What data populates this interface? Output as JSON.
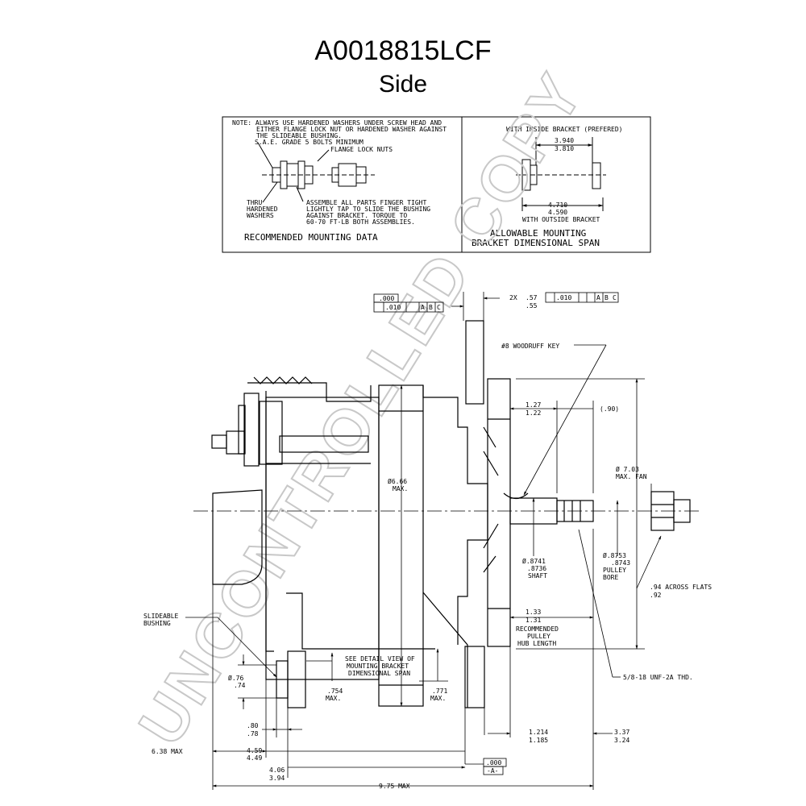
{
  "header": {
    "part_number": "A0018815LCF",
    "view": "Side"
  },
  "watermark": "UNCONTROLLED COPY",
  "mounting_box": {
    "note_lines": [
      "NOTE: ALWAYS USE HARDENED WASHERS UNDER SCREW HEAD AND",
      "EITHER FLANGE LOCK NUT OR HARDENED WASHER AGAINST",
      "THE SLIDEABLE BUSHING."
    ],
    "bolt_grade": "S.A.E. GRADE 5 BOLTS MINIMUM",
    "flange_nuts": "FLANGE LOCK NUTS",
    "thru_lines": [
      "THRU",
      "HARDENED",
      "WASHERS"
    ],
    "assemble_lines": [
      "ASSEMBLE ALL PARTS FINGER TIGHT",
      "LIGHTLY TAP TO SLIDE THE BUSHING",
      "AGAINST BRACKET. TORQUE TO",
      "60-70 FT-LB BOTH ASSEMBLIES."
    ],
    "left_caption": "RECOMMENDED MOUNTING DATA",
    "inside_bracket": "WITH INSIDE BRACKET (PREFERED)",
    "inside_dims": [
      "3.940",
      "3.810"
    ],
    "outside_dims": [
      "4.710",
      "4.590"
    ],
    "outside_bracket": "WITH OUTSIDE BRACKET",
    "right_caption_lines": [
      "ALLOWABLE MOUNTING",
      "BRACKET DIMENSIONAL SPAN"
    ]
  },
  "datum": {
    "left_top": ".000",
    "left_tol": ".010",
    "frame_letters": [
      "A",
      "B",
      "C"
    ],
    "right_tol": ".010",
    "right_prefix": "2X",
    "right_dims": [
      ".57",
      ".55"
    ],
    "bottom_value": ".000",
    "bottom_label": "-A-"
  },
  "labels": {
    "woodruff": "#8 WOODRUFF KEY",
    "hub_dims": [
      "1.27",
      "1.22"
    ],
    "ref_090": "(.90)",
    "fan_dia": [
      "Ø 7.03",
      "MAX. FAN"
    ],
    "body_dia": [
      "Ø6.66",
      "MAX."
    ],
    "shaft": [
      "Ø.8741",
      ".8736",
      "SHAFT"
    ],
    "bore": [
      "Ø.8753",
      ".8743",
      "PULLEY",
      "BORE"
    ],
    "flats": [
      ".94 ACROSS FLATS",
      ".92"
    ],
    "hub_len_dims": [
      "1.33",
      "1.31"
    ],
    "hub_len_label": [
      "RECOMMENDED",
      "PULLEY",
      "HUB LENGTH"
    ],
    "thread": "5/8-18 UNF-2A THD.",
    "bushing": [
      "SLIDEABLE",
      "BUSHING"
    ],
    "detail_lines": [
      "SEE DETAIL VIEW OF",
      "MOUNTING BRACKET",
      "DIMENSIONAL SPAN"
    ],
    "d754": [
      ".754",
      "MAX."
    ],
    "d771": [
      ".771",
      "MAX."
    ],
    "dia_bushing": [
      "Ø.76",
      ".74"
    ],
    "d080": [
      ".80",
      ".78"
    ],
    "d459": [
      "4.59",
      "4.49"
    ],
    "d406": [
      "4.06",
      "3.94"
    ],
    "d638": "6.38 MAX",
    "d975": "9.75 MAX",
    "d1214": [
      "1.214",
      "1.185"
    ],
    "d337": [
      "3.37",
      "3.24"
    ]
  }
}
